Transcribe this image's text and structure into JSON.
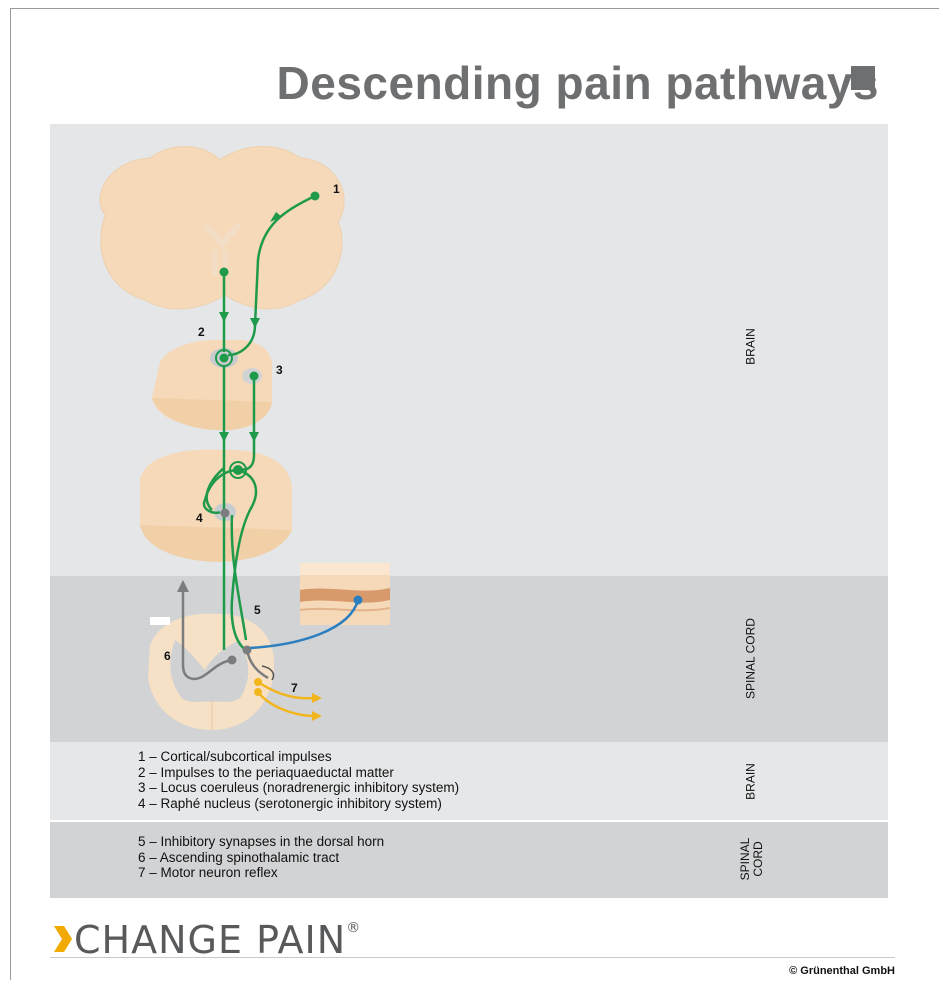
{
  "title": "Descending pain pathways",
  "side_labels": {
    "brain": "BRAIN",
    "spinal_cord": "SPINAL CORD",
    "legend_brain": "BRAIN",
    "legend_spinal_line1": "SPINAL",
    "legend_spinal_line2": "CORD"
  },
  "diagram_labels": {
    "n1": "1",
    "n2": "2",
    "n3": "3",
    "n4": "4",
    "n5": "5",
    "n6": "6",
    "n7": "7"
  },
  "legend_brain": [
    "1 – Cortical/subcortical impulses",
    "2 – Impulses to the periaquaeductal matter",
    "3 – Locus coeruleus (noradrenergic inhibitory system)",
    "4 – Raphé nucleus (serotonergic inhibitory system)"
  ],
  "legend_spinal": [
    "5 – Inhibitory synapses in the dorsal horn",
    "6 – Ascending spinothalamic tract",
    "7 – Motor neuron reflex"
  ],
  "logo": {
    "text": "CHANGE PAIN",
    "mark": "®",
    "chevron_color": "#f2a900"
  },
  "copyright": "© Grünenthal GmbH",
  "colors": {
    "green_pathway": "#1f9a4a",
    "blue_pathway": "#2b7fc1",
    "yellow_pathway": "#f2b51c",
    "grey_pathway": "#7b7c7e",
    "tissue": "#f6d9b8"
  }
}
